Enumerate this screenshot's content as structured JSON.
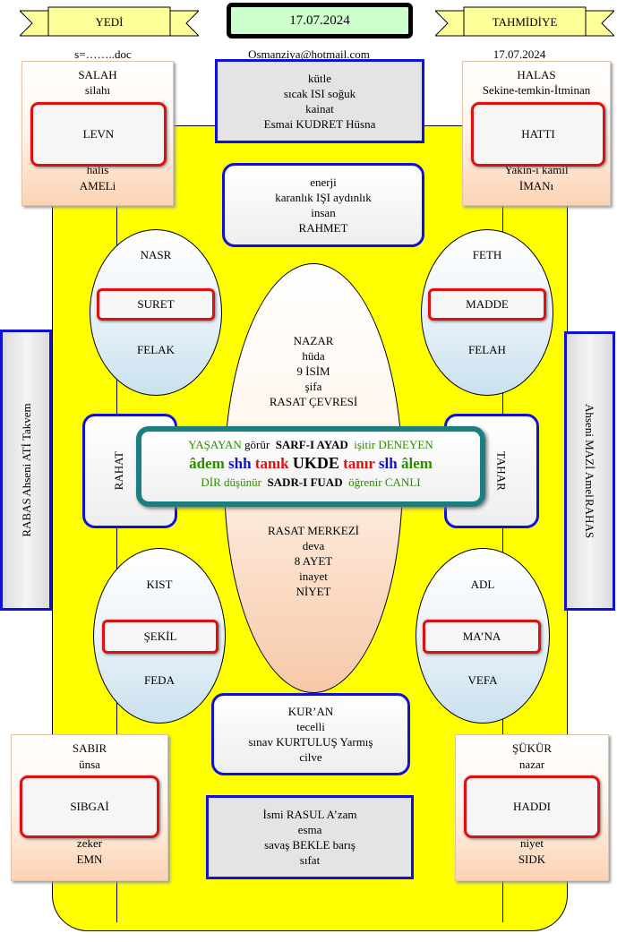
{
  "header": {
    "left_banner": "YEDİ",
    "date_box": "17.07.2024",
    "right_banner": "TAHMİDİYE",
    "left_sub": "s=……..doc",
    "email": "Osmanziya@hotmail.com",
    "right_sub": "17.07.2024"
  },
  "corner_tl": {
    "top": [
      "SALAH",
      "silahı"
    ],
    "box": "LEVN",
    "bottom": [
      "halis",
      "AMELi"
    ]
  },
  "corner_tr": {
    "top": [
      "HALAS",
      "Sekine-temkin-İtminan"
    ],
    "box": "HATTI",
    "bottom": [
      "Yakin-ı kamil",
      "İMANı"
    ]
  },
  "corner_bl": {
    "top": [
      "SABIR",
      "ünsa"
    ],
    "box": "SIBGAİ",
    "bottom": [
      "zeker",
      "EMN"
    ]
  },
  "corner_br": {
    "top": [
      "ŞÜKÜR",
      "nazar"
    ],
    "box": "HADDI",
    "bottom": [
      "niyet",
      "SIDK"
    ]
  },
  "top_center_box": [
    "kütle",
    "sıcak ISI soğuk",
    "kainat",
    "Esmai KUDRET Hüsna"
  ],
  "second_box": [
    "enerji",
    "karanlık IŞI aydınlık",
    "insan",
    "RAHMET"
  ],
  "bottom_second_box": [
    "KUR’AN",
    "tecelli",
    "sınav KURTULUŞ Yarmış",
    "cilve"
  ],
  "bottom_box": [
    "İsmi RASUL A’zam",
    "esma",
    "savaş BEKLE barış",
    "sıfat"
  ],
  "ell_tl": {
    "top": "NASR",
    "box": "SURET",
    "bottom": "FELAK"
  },
  "ell_tr": {
    "top": "FETH",
    "box": "MADDE",
    "bottom": "FELAH"
  },
  "ell_bl": {
    "top": "KIST",
    "box": "ŞEKİL",
    "bottom": "FEDA"
  },
  "ell_br": {
    "top": "ADL",
    "box": "MA’NA",
    "bottom": "VEFA"
  },
  "center_top": [
    "NAZAR",
    "hüda",
    "9 İSİM",
    "şifa",
    "RASAT ÇEVRESİ"
  ],
  "center_bottom": [
    "RASAT MERKEZİ",
    "deva",
    "8 AYET",
    "inayet",
    "NİYET"
  ],
  "side_left": {
    "line1": "RABAS",
    "line2": "Ahseni  ATİ  Takvem"
  },
  "side_right": {
    "line1": "Ahseni MAZİ  Amel",
    "line2": "RAHAS"
  },
  "rahat": "RAHAT",
  "tahar": "TAHAR",
  "center_band": {
    "r1a": "YAŞAYAN",
    "r1b": "görür",
    "r1c": "SARF-I AYAD",
    "r1d": "işitir",
    "r1e": "DENEYEN",
    "r2a": "âdem",
    "r2b": "shh",
    "r2c": "tanık",
    "r2d": "UKDE",
    "r2e": "tanır",
    "r2f": "slh",
    "r2g": "âlem",
    "r3a": "DİR",
    "r3b": "düşünür",
    "r3c": "SADR-I FUAD",
    "r3d": "öğrenir",
    "r3e": "CANLI"
  },
  "colors": {
    "green": "#2e8b00",
    "blue": "#1010d8",
    "red": "#e01010",
    "teal": "#1a7f7f",
    "yellow": "#ffff00"
  }
}
